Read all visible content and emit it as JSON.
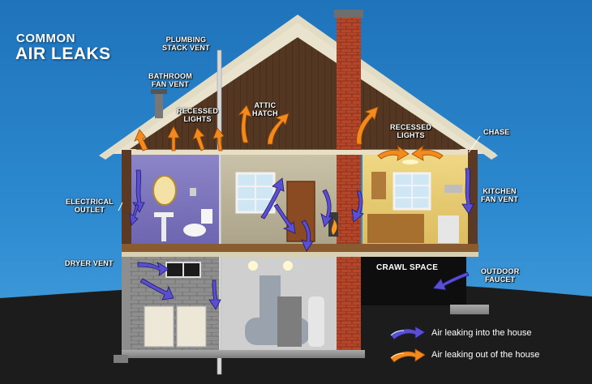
{
  "title": {
    "line1": "COMMON",
    "line2": "AIR LEAKS"
  },
  "labels": {
    "plumbing": [
      "PLUMBING",
      "STACK VENT"
    ],
    "bathroom": [
      "BATHROOM",
      "FAN VENT"
    ],
    "recessed_left": [
      "RECESSED",
      "LIGHTS"
    ],
    "attic": [
      "ATTIC",
      "HATCH"
    ],
    "recessed_right": [
      "RECESSED",
      "LIGHTS"
    ],
    "chase": [
      "CHASE"
    ],
    "electrical": [
      "ELECTRICAL",
      "OUTLET"
    ],
    "kitchen": [
      "KITCHEN",
      "FAN VENT"
    ],
    "dryer": [
      "DRYER VENT"
    ],
    "crawl": [
      "CRAWL SPACE"
    ],
    "faucet": [
      "OUTDOOR",
      "FAUCET"
    ]
  },
  "legend": {
    "in": "Air leaking into the house",
    "out": "Air leaking out of the house"
  },
  "colors": {
    "air_in": "#5a4fd0",
    "air_out": "#f28a1e",
    "sky": "#2d8ad0",
    "ground": "#1c1c1c",
    "roof": "#5a3a24",
    "brick": "#b5462a"
  },
  "icons": {
    "air_in": "blue-arrow-icon",
    "air_out": "orange-arrow-icon"
  }
}
